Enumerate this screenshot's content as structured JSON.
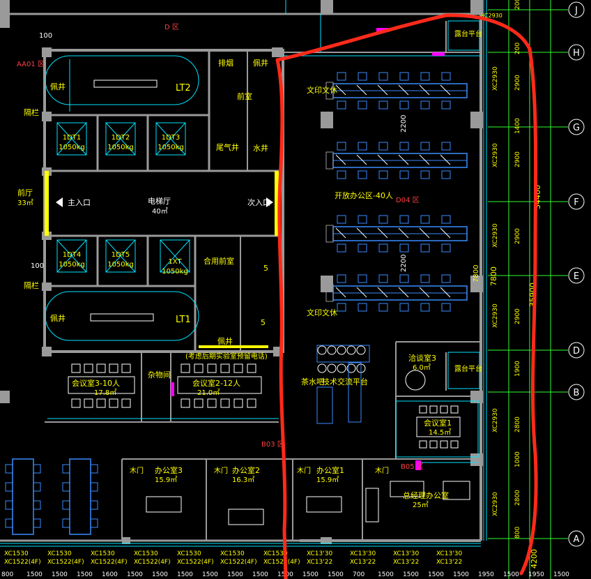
{
  "zones": {
    "d_zone": "D 区",
    "aa01_zone": "AA01 区",
    "d04_zone": "D04 区",
    "b03_zone": "B03 区",
    "b05_zone": "B05 区"
  },
  "rooms": {
    "pipe_well_1": "排烟",
    "pipe_well_2": "佩井",
    "pipe_well_left_top": "佩井",
    "pipe_well_left_bottom": "佩井",
    "pipe_well_bottom": "佩井",
    "lobby_front": "前室",
    "stair_lt2": "LT2",
    "stair_lt1": "LT1",
    "exhaust_shaft": "尾气井",
    "water_shaft": "水井",
    "elevator_hall": "电梯厅",
    "elevator_hall_area": "40㎡",
    "main_entrance": "主入口",
    "second_entrance": "次入口",
    "shared_front": "合用前室",
    "hall_left": "前厅",
    "hall_left_area": "33㎡",
    "railing_1": "隔栏",
    "railing_2": "隔栏",
    "print_copy_1": "文印文休",
    "print_copy_2": "文印文休",
    "open_office": "开放办公区-40人",
    "tea_bar": "茶水吧",
    "tech_exchange": "技术交流平台",
    "consult_room_3": "洽谈室3",
    "consult_room_3_area": "6.0㎡",
    "open_platform_top": "露台平台",
    "open_platform_mid": "露台平台",
    "meeting_1": "会议室1",
    "meeting_1_area": "14.5㎡",
    "meeting_3": "会议室3-10人",
    "meeting_3_area": "17.8㎡",
    "meeting_2": "会议室2-12人",
    "meeting_2_area": "21.0㎡",
    "meeting_2_note": "(考虑后期实验室预留电话)",
    "storage": "杂物间",
    "office_3": "办公室3",
    "office_3_area": "15.9㎡",
    "office_2": "办公室2",
    "office_2_area": "16.3㎡",
    "office_1": "办公室1",
    "office_1_area": "15.9㎡",
    "gm_office": "总经理办公室",
    "gm_office_area": "25㎡",
    "wood_door_1": "木门",
    "wood_door_2": "木门",
    "wood_door_3": "木门",
    "wood_door_4": "木门",
    "shaft_5a": "5",
    "shaft_5b": "5"
  },
  "elevators": [
    "1DT1",
    "1DT2",
    "1DT3",
    "1DT4",
    "1DT5",
    "1XT"
  ],
  "elevator_capacity": "1050kg",
  "dims": {
    "d2200_top": "2200",
    "d2200_mid": "2200",
    "d7800_mid": "7800",
    "d100_a": "100",
    "d100_b": "100"
  },
  "axes": [
    "J",
    "H",
    "G",
    "F",
    "E",
    "D",
    "B",
    "A"
  ],
  "right_dims": [
    "200",
    "200",
    "2900",
    "1400",
    "2900",
    "2900",
    "2900",
    "1900",
    "2800",
    "1000",
    "2800",
    "800"
  ],
  "wall_labels": [
    "XC2930",
    "XC2930",
    "XC2930",
    "XC2930",
    "XC2930",
    "XC2930",
    "XC2930"
  ],
  "window_labels": [
    "XC1530",
    "XC1522(4F)",
    "XC1530",
    "XC1522(4F)",
    "XC1530",
    "XC1522(4F)",
    "XC1530",
    "XC1522(4F)",
    "XC1530",
    "XC1522(4F)",
    "XC1530",
    "XC1522(4F)",
    "XC1530",
    "XC1522(4F)",
    "XC13'30",
    "XC13'22",
    "XC13'30",
    "XC13'22",
    "XC13'30",
    "XC13'22",
    "XC13'30",
    "XC13'22"
  ],
  "bottom_dims": [
    "800",
    "1500",
    "1500",
    "1500",
    "1600",
    "1500",
    "1500",
    "1500",
    "1500",
    "1500",
    "1500",
    "1500",
    "1500",
    "1500",
    "700",
    "1500",
    "1500",
    "1500",
    "1500",
    "1950",
    "1500",
    "1950",
    "1500"
  ],
  "vertical_labels": [
    "34400",
    "35900",
    "7800",
    "4200"
  ],
  "colors": {
    "background": "#000000",
    "wall": "#9a9a9a",
    "cyan": "#00e5ff",
    "yellow": "#ffff00",
    "green": "#30ff30",
    "blue_furniture": "#3a8dff",
    "red_markup": "#ff2a1a",
    "magenta": "#ff00ff"
  }
}
